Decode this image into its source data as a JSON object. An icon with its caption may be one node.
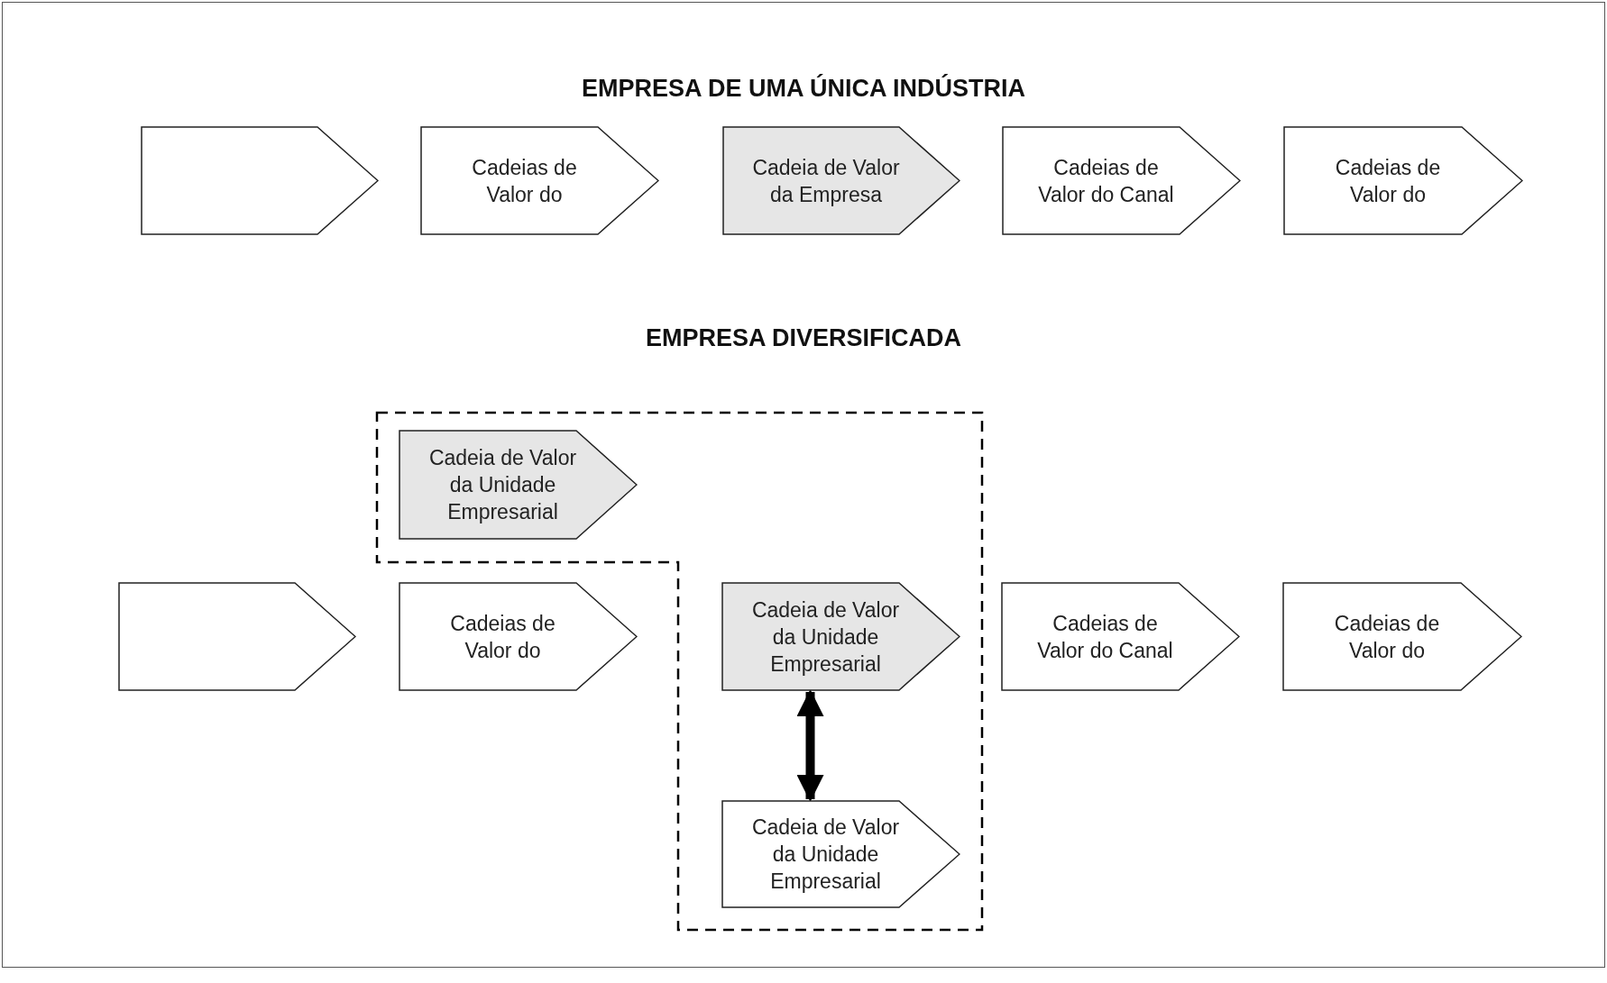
{
  "diagram": {
    "title": "EMPRESA DE UMA ÚNICA INDÚSTRIA",
    "nodes": [
      {
        "text": [],
        "shape": "pentagon"
      },
      {
        "text": [
          "Cadeias de Valor do"
        ]
      },
      {
        "text": [
          "Cadeia de Valor da Empresa"
        ]
      },
      {
        "text": [
          "Cadeias de Valor do Canal"
        ]
      },
      {
        "text": [
          "Cadeias de Valor do"
        ]
      },
      {
        "text": [
          "Cadeia de Valor da Unidade Empresarial"
        ]
      },
      {
        "text": [],
        "shape": "pentagon"
      },
      {
        "text": [
          "Cadeias de Valor do"
        ]
      },
      {
        "text": [
          "Cadeia de Valor da Unidade Empresarial"
        ]
      },
      {
        "text": [
          "Cadeias de Valor do Canal"
        ]
      },
      {
        "text": [
          "Cadeias de Valor do"
        ]
      },
      {
        "text": [
          "Cadeia de Valor da Unidade Empresarial"
        ]
      }
    ],
    "edges": [
      {
        "from": 8,
        "to": 11,
        "arrow": "both"
      }
    ],
    "labels": [
      "EMPRESA DIVERSIFICADA"
    ]
  }
}
